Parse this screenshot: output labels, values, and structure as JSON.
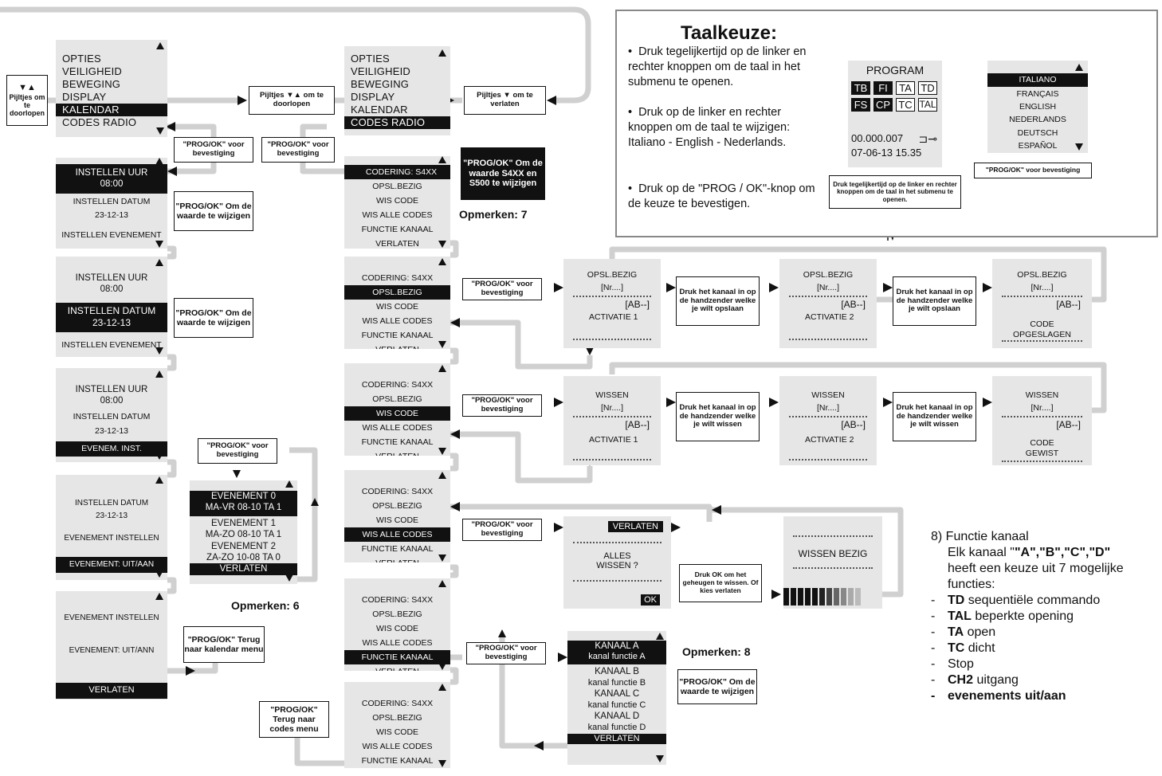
{
  "menu_main": {
    "items": [
      "OPTIES",
      "VEILIGHEID",
      "BEWEGING",
      "DISPLAY",
      "KALENDAR",
      "CODES RADIO"
    ]
  },
  "nav_boxes": {
    "scroll_small": "Pijltjes om te doorlopen",
    "scroll_arrows": "▼▲",
    "scroll_mid": "Pijltjes ▼▲ om te doorlopen",
    "exit": "Pijltjes ▼ om te verlaten",
    "prog_ok_confirm": "\"PROG/OK\" voor bevestiging",
    "prog_ok_change": "\"PROG/OK\" Om de waarde te wijzigen",
    "prog_ok_s4xx": "\"PROG/OK\" Om de waarde S4XX en S500 te wijzigen",
    "prog_ok_back_cal": "\"PROG/OK\" Terug naar kalendar menu",
    "prog_ok_back_codes": "\"PROG/OK\" Terug naar codes menu",
    "store_channel": "Druk het kanaal in op de handzender welke je wilt opslaan",
    "erase_channel": "Druk het kanaal in op de handzender welke je wilt wissen",
    "ok_erase": "Druk OK om het geheugen te wissen. Of kies verlaten"
  },
  "calendar": {
    "set_time": "INSTELLEN UUR",
    "time": "08:00",
    "set_date": "INSTELLEN DATUM",
    "date": "23-12-13",
    "set_event": "INSTELLEN EVENEMENT",
    "event_inst": "EVENEM. INST.",
    "event_set": "EVENEMENT INSTELLEN",
    "event_onoff": "EVENEMENT: UIT/AAN",
    "event_onoff2": "EVENEMENT: UIT/ANN",
    "exit": "VERLATEN"
  },
  "events": [
    "EVENEMENT 0",
    "MA-VR 08-10 TA 1",
    "EVENEMENT 1",
    "MA-ZO 08-10 TA 1",
    "EVENEMENT 2",
    "ZA-ZO 10-08 TA 0",
    "VERLATEN"
  ],
  "codes": {
    "coding": "CODERING: S4XX",
    "store": "OPSL.BEZIG",
    "erase_code": "WIS CODE",
    "erase_all": "WIS ALLE CODES",
    "channel_func": "FUNCTIE KANAAL",
    "exit": "VERLATEN"
  },
  "screens": {
    "store": "OPSL.BEZIG",
    "nr": "[Nr....]",
    "ab": "[AB--]",
    "act1": "ACTIVATIE 1",
    "act2": "ACTIVATIE 2",
    "code": "CODE",
    "stored": "OPGESLAGEN",
    "erase": "WISSEN",
    "erased": "GEWIST",
    "exit": "VERLATEN",
    "all": "ALLES",
    "erase_q": "WISSEN ?",
    "ok": "OK",
    "erasing": "WISSEN BEZIG"
  },
  "channels": [
    "KANAAL A",
    "kanal functie A",
    "KANAAL B",
    "kanal functie B",
    "KANAAL C",
    "kanal functie C",
    "KANAAL D",
    "kanal functie D",
    "VERLATEN"
  ],
  "remarks": {
    "r6": "Opmerken: 6",
    "r7": "Opmerken: 7",
    "r8": "Opmerken: 8"
  },
  "language": {
    "title": "Taalkeuze:",
    "bullets": [
      "Druk tegelijkertijd op de linker en rechter knoppen om de taal in het submenu te openen.",
      "Druk op de linker en rechter knoppen om de taal te wijzigen: Italiano - English - Nederlands.",
      "Druk op de \"PROG / OK\"-knop om de keuze te bevestigen."
    ],
    "display_title": "PROGRAM",
    "keys": [
      "TB",
      "FI",
      "TA",
      "TD",
      "FS",
      "CP",
      "TC",
      "TAL"
    ],
    "counter": "00.000.007",
    "datetime": "07-06-13   15.35",
    "note": "Druk tegelijkertijd op de linker en rechter knoppen om de taal in het submenu te openen.",
    "languages": [
      "ITALIANO",
      "FRANÇAIS",
      "ENGLISH",
      "NEDERLANDS",
      "DEUTSCH",
      "ESPAÑOL"
    ],
    "confirm": "\"PROG/OK\" voor bevestiging"
  },
  "notes": {
    "heading": "8)  Functie kanaal",
    "line1_pre": "Elk kanaal  \"",
    "line1_keys": "\"A\",\"B\",\"C\",\"D\"",
    "line2": "heeft een keuze uit 7 mogelijke",
    "line3": "functies:",
    "items": [
      {
        "bold": "TD",
        "text": " sequentiële commando"
      },
      {
        "bold": "TAL",
        "text": " beperkte opening"
      },
      {
        "bold": "TA",
        "text": " open"
      },
      {
        "bold": "TC",
        "text": " dicht"
      },
      {
        "bold": "",
        "text": "Stop"
      },
      {
        "bold": "CH2",
        "text": " uitgang"
      },
      {
        "bold": "evenements uit/aan",
        "text": ""
      }
    ]
  }
}
